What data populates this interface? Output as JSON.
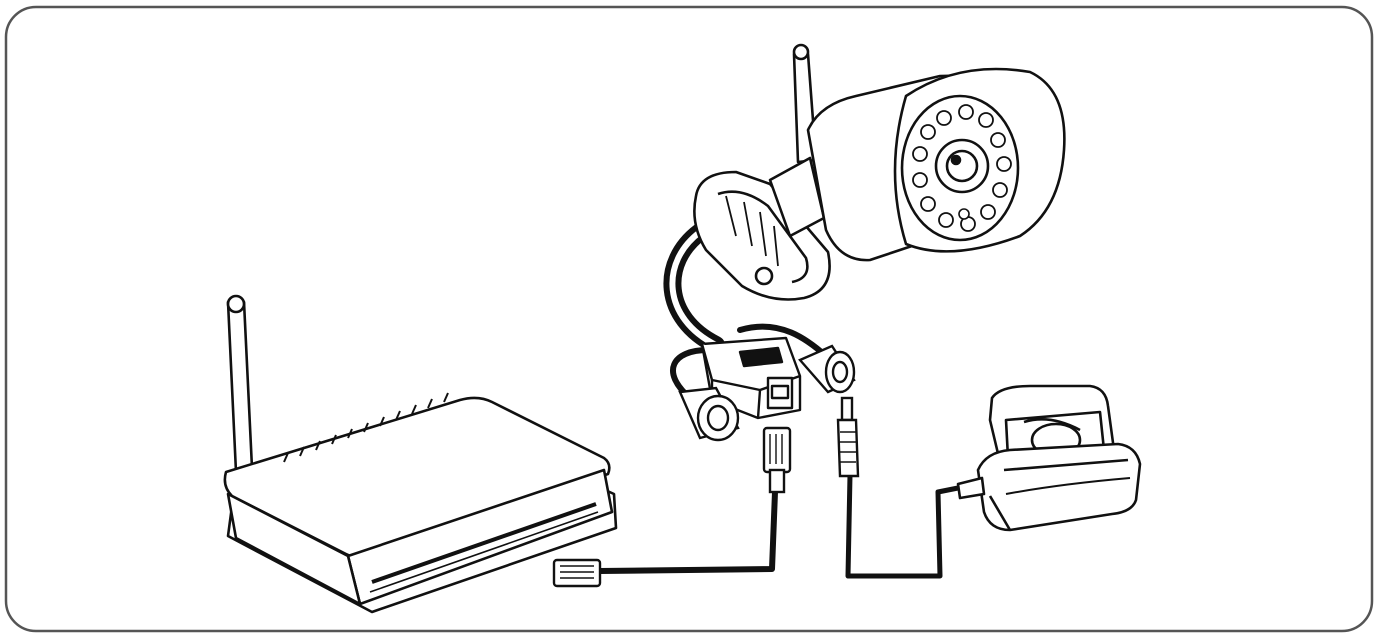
{
  "diagram": {
    "nodes": [
      {
        "id": "router",
        "kind": "wireless-router",
        "icon": "router-icon"
      },
      {
        "id": "camera",
        "kind": "wireless-bullet-camera",
        "icon": "camera-icon"
      },
      {
        "id": "splitter",
        "kind": "cable-junction-box",
        "icon": "junction-box-icon"
      },
      {
        "id": "adapter",
        "kind": "power-adapter",
        "icon": "power-adapter-icon"
      },
      {
        "id": "rj45",
        "kind": "network-plug",
        "icon": "rj45-plug-icon"
      },
      {
        "id": "dc-plug",
        "kind": "dc-power-plug",
        "icon": "dc-plug-icon"
      }
    ],
    "edges": [
      {
        "from": "camera",
        "to": "splitter",
        "kind": "camera-cable"
      },
      {
        "from": "router",
        "to": "rj45",
        "kind": "network-cable"
      },
      {
        "from": "adapter",
        "to": "dc-plug",
        "kind": "power-cable"
      }
    ],
    "colors": {
      "line": "#1a1a1a",
      "fill": "#ffffff",
      "frame": "#555555"
    }
  }
}
